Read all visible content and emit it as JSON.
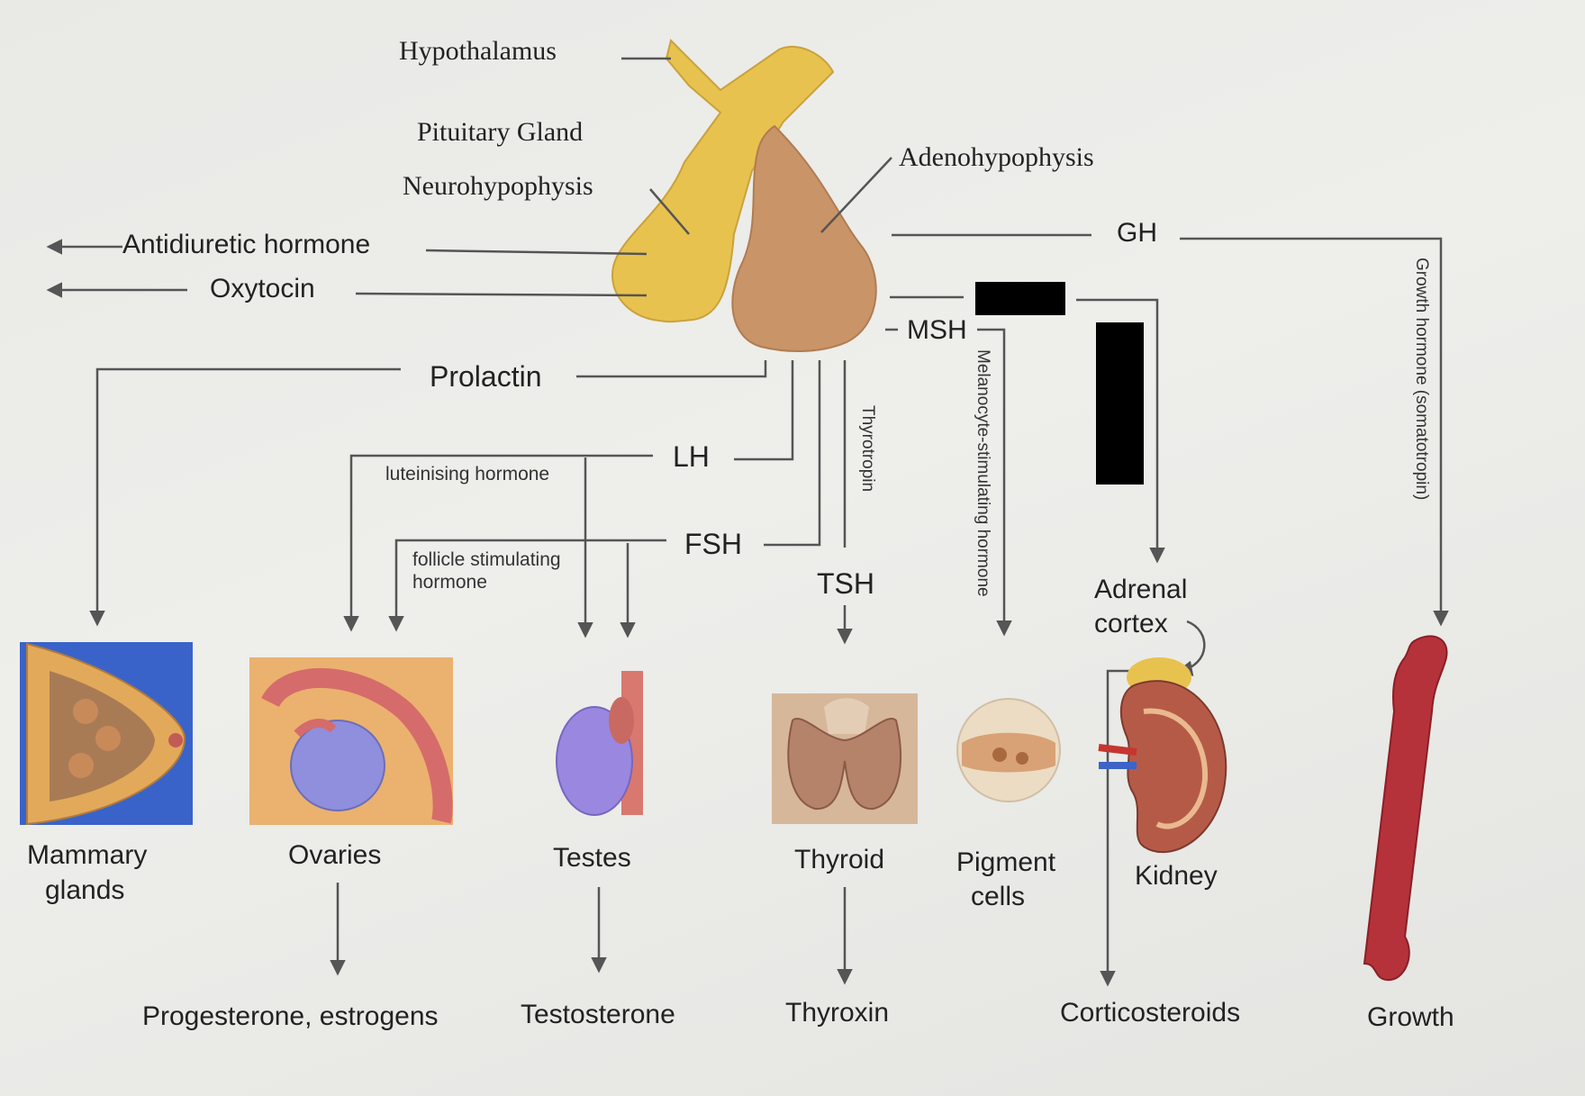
{
  "gland": {
    "hypothalamus": "Hypothalamus",
    "pituitary": "Pituitary Gland",
    "neurohypophysis": "Neurohypophysis",
    "adenohypophysis": "Adenohypophysis"
  },
  "posterior_hormones": {
    "adh": "Antidiuretic hormone",
    "oxytocin": "Oxytocin"
  },
  "hormones": {
    "gh": "GH",
    "gh_full": "Growth hormone (somatotropin)",
    "msh": "MSH",
    "msh_full": "Melanocyte-stimulating hormone",
    "prolactin": "Prolactin",
    "lh": "LH",
    "lh_full": "luteinising hormone",
    "fsh": "FSH",
    "fsh_full_1": "follicle stimulating",
    "fsh_full_2": "hormone",
    "tsh": "TSH",
    "tsh_full": "Thyrotropin"
  },
  "targets": {
    "mammary_1": "Mammary",
    "mammary_2": "glands",
    "ovaries": "Ovaries",
    "testes": "Testes",
    "thyroid": "Thyroid",
    "pigment_1": "Pigment",
    "pigment_2": "cells",
    "adrenal_1": "Adrenal",
    "adrenal_2": "cortex",
    "kidney": "Kidney"
  },
  "products": {
    "ovaries": "Progesterone, estrogens",
    "testes": "Testosterone",
    "thyroid": "Thyroxin",
    "adrenal": "Corticosteroids",
    "bone": "Growth"
  },
  "colors": {
    "neuro": "#e8c24f",
    "adeno": "#c99467",
    "line": "#555555",
    "bone": "#b5323a"
  }
}
